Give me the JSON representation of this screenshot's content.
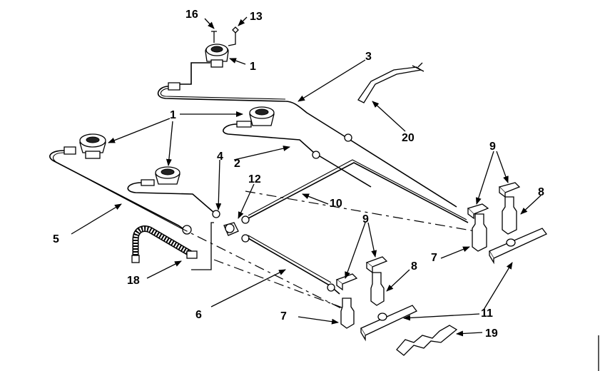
{
  "callouts": {
    "c16": "16",
    "c13": "13",
    "c1_top": "1",
    "c3": "3",
    "c20": "20",
    "c1_mid": "1",
    "c2": "2",
    "c4": "4",
    "c12": "12",
    "c10": "10",
    "c9_right": "9",
    "c8_right": "8",
    "c7_right": "7",
    "c5": "5",
    "c18": "18",
    "c9_left": "9",
    "c8_left": "8",
    "c6": "6",
    "c7_left": "7",
    "c11": "11",
    "c19": "19"
  }
}
